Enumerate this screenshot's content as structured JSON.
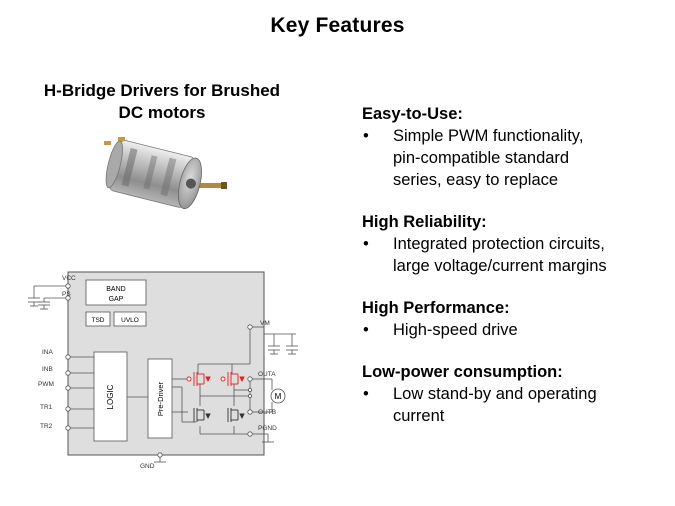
{
  "slide": {
    "title": "Key Features",
    "left_heading_line1": "H-Bridge Drivers for Brushed",
    "left_heading_line2": "DC motors"
  },
  "diagram": {
    "pins": {
      "vcc": "VCC",
      "ps": "PS",
      "ina": "INA",
      "inb": "INB",
      "pwm": "PWM",
      "tr1": "TR1",
      "tr2": "TR2",
      "vm": "VM",
      "outa": "OUTA",
      "outb": "OUTB",
      "pgnd": "PGND",
      "gnd": "GND"
    },
    "blocks": {
      "bandgap_line1": "BAND",
      "bandgap_line2": "GAP",
      "tsd": "TSD",
      "uvlo": "UVLO",
      "logic": "LOGIC",
      "predriver": "Pre-Driver",
      "motor_symbol": "M"
    }
  },
  "features": [
    {
      "heading": "Easy-to-Use:",
      "items": [
        {
          "lines": [
            "Simple PWM functionality,",
            "pin-compatible standard",
            "series, easy to replace"
          ]
        }
      ]
    },
    {
      "heading": "High Reliability:",
      "items": [
        {
          "lines": [
            "Integrated protection circuits,",
            "large voltage/current margins"
          ]
        }
      ]
    },
    {
      "heading": "High Performance:",
      "items": [
        {
          "lines": [
            "High-speed drive"
          ]
        }
      ]
    },
    {
      "heading": "Low-power consumption:",
      "items": [
        {
          "lines": [
            "Low stand-by and operating",
            "current"
          ]
        }
      ]
    }
  ],
  "bullet_char": "•",
  "colors": {
    "chip_fill": "#dedede",
    "mosfet_highlight": "#e02020",
    "line": "#555555"
  }
}
